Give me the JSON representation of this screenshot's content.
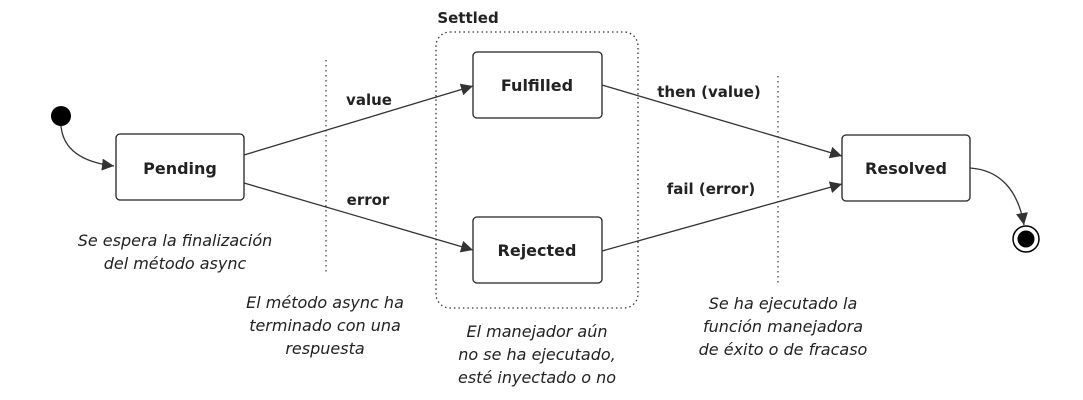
{
  "region": {
    "label": "Settled"
  },
  "states": {
    "pending": "Pending",
    "fulfilled": "Fulfilled",
    "rejected": "Rejected",
    "resolved": "Resolved"
  },
  "edges": {
    "value": "value",
    "error": "error",
    "then_value": "then (value)",
    "fail_error": "fail (error)"
  },
  "notes": {
    "pending_note": "Se espera la finalización\ndel método async",
    "async_done_note": "El método async ha\nterminado con una\nrespuesta",
    "handler_pending_note": "El manejador aún\nno se ha ejecutado,\nesté inyectado o no",
    "handler_done_note": "Se ha ejecutado la\nfunción manejadora\nde éxito o de fracaso"
  },
  "colors": {
    "stroke": "#222222",
    "fill": "#ffffff",
    "divider": "#444444"
  }
}
